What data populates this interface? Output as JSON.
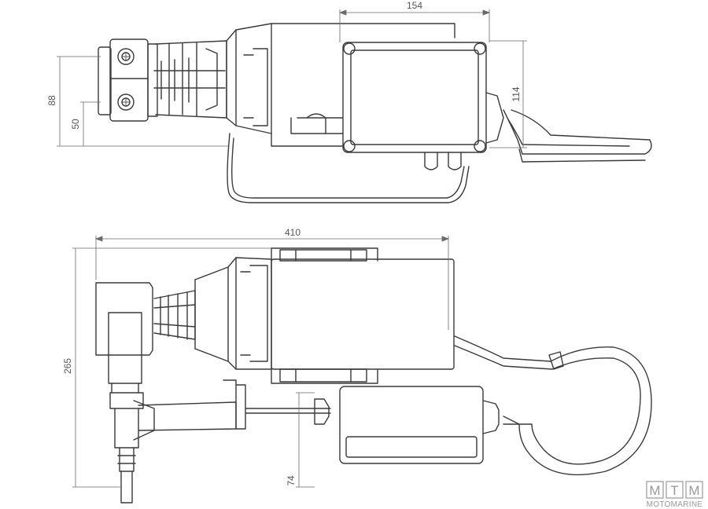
{
  "dimensions": {
    "top_width": "154",
    "top_height_box": "114",
    "top_height_body": "88",
    "top_height_axis": "50",
    "bottom_length": "410",
    "bottom_height": "265",
    "bottom_low": "74"
  },
  "logo": {
    "letters": [
      "M",
      "T",
      "M"
    ],
    "subtitle": "MOTOMARINE"
  },
  "colors": {
    "line": "#3a3a3a",
    "dimension": "#6a6a6a",
    "logo": "#9a9a9a"
  }
}
